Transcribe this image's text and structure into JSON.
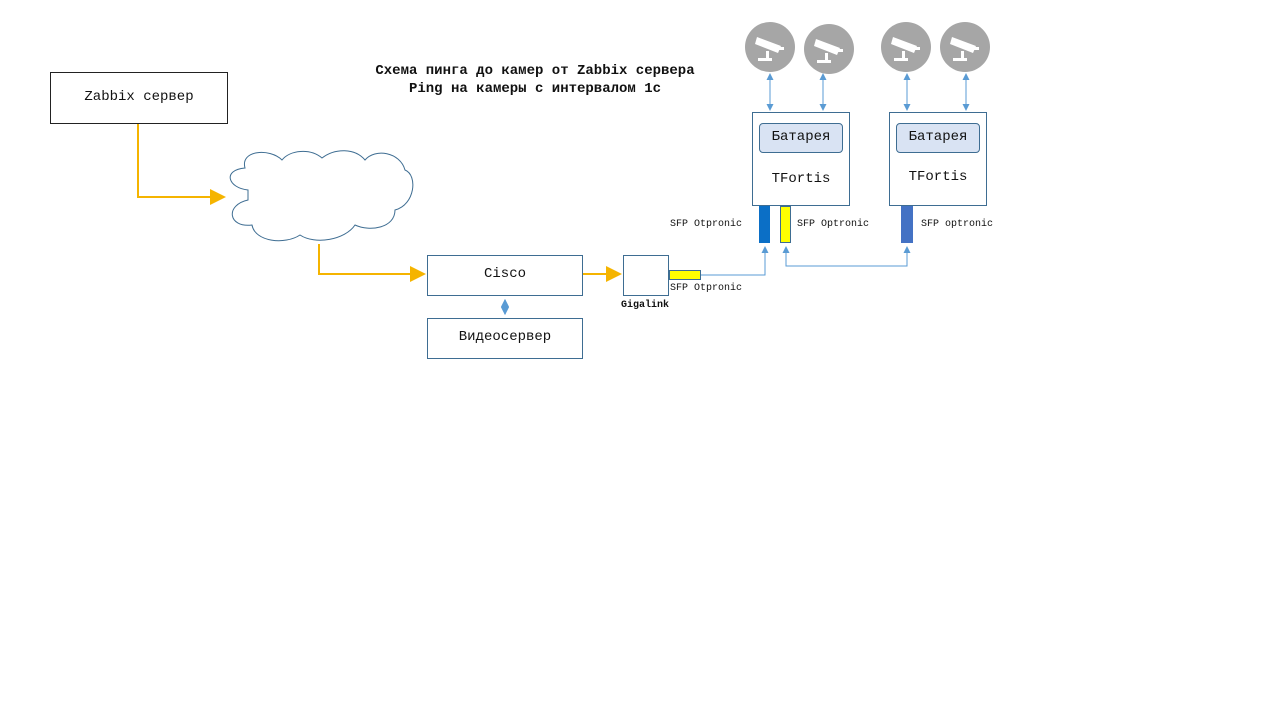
{
  "diagram": {
    "title_line1": "Схема пинга до камер от Zabbix сервера",
    "title_line2": "Ping на камеры с интервалом 1с"
  },
  "nodes": {
    "zabbix": "Zabbix сервер",
    "cisco": "Cisco",
    "videoserver": "Видеосервер",
    "gigalink": "Gigalink",
    "tfortis1": "TFortis",
    "tfortis2": "TFortis",
    "battery1": "Батарея",
    "battery2": "Батарея"
  },
  "sfp_labels": {
    "gigalink_sfp": "SFP Otpronic",
    "tf1_left": "SFP Otpronic",
    "tf1_right": "SFP Optronic",
    "tf2": "SFP optronic"
  },
  "colors": {
    "link_orange": "#f5b400",
    "link_blue": "#5a9bd4",
    "sfp_blue": "#0b6fc6",
    "sfp_yellow": "#ffff00",
    "sfp_blue2": "#4472c4",
    "camera_gray": "#a6a6a6",
    "node_border": "#3e6d92",
    "battery_fill": "#d9e3f3"
  },
  "icons": {
    "camera": "cctv-camera-icon",
    "cloud": "cloud-icon"
  }
}
